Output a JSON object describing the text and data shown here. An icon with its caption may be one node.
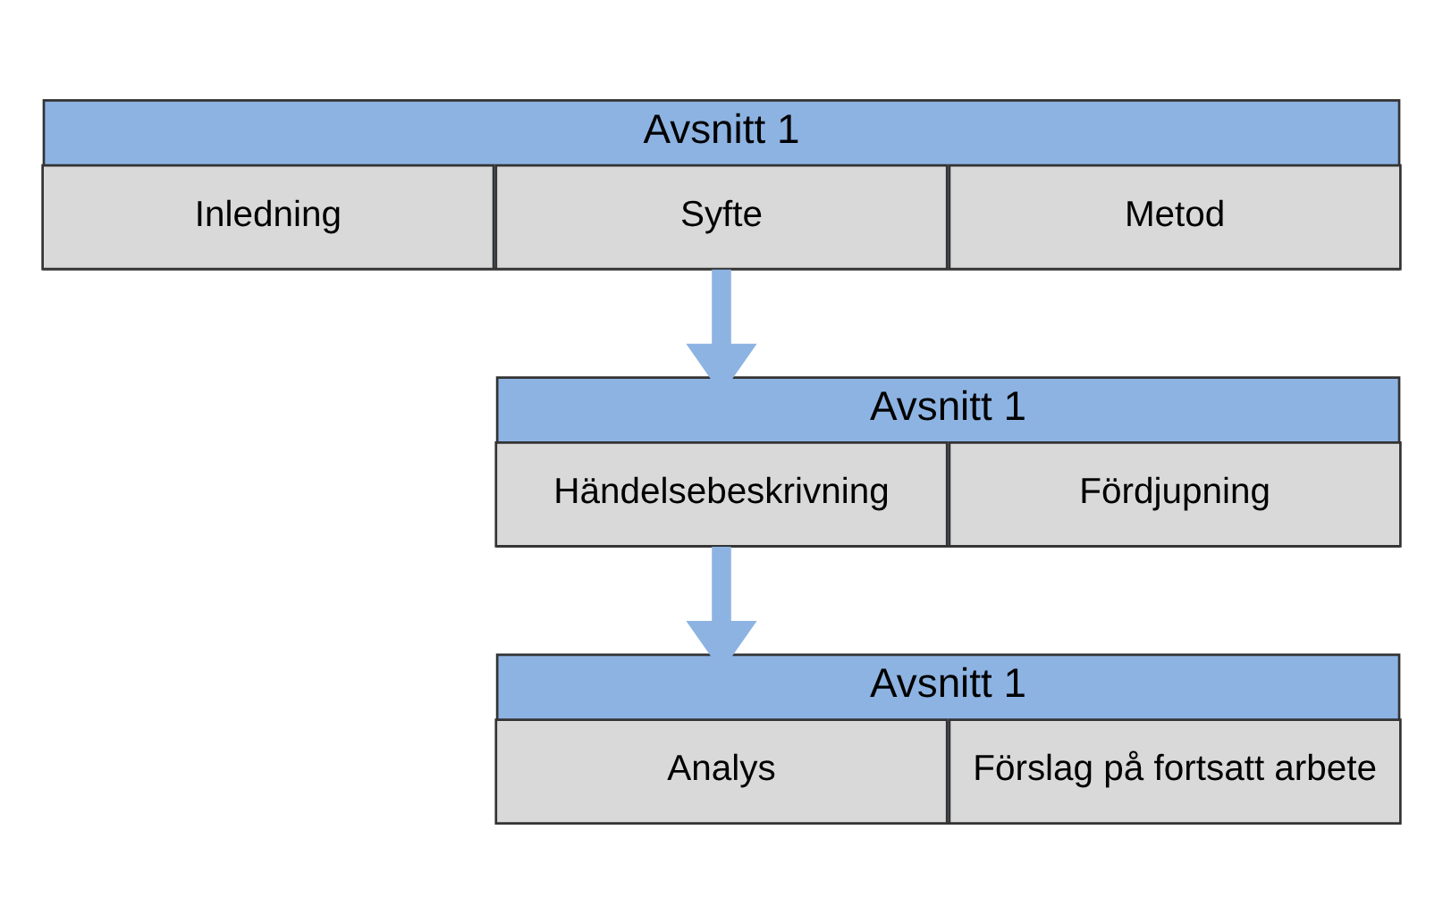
{
  "diagram": {
    "nodes": [
      {
        "text": [
          "Avsnitt 1"
        ]
      },
      {
        "text": [
          "Inledning"
        ],
        "in": 0
      },
      {
        "text": [
          "Syfte"
        ],
        "in": 0
      },
      {
        "text": [
          "Metod"
        ],
        "in": 0
      },
      {
        "text": [
          "Avsnitt 1"
        ]
      },
      {
        "text": [
          "Händelsebeskrivning"
        ],
        "in": 4
      },
      {
        "text": [
          "Fördjupning"
        ],
        "in": 4
      },
      {
        "text": [
          "Avsnitt 1"
        ]
      },
      {
        "text": [
          "Analys"
        ],
        "in": 7
      },
      {
        "text": [
          "Förslag på fortsatt arbete"
        ],
        "in": 7
      }
    ],
    "edges": [
      {
        "from": 0,
        "to": 4,
        "arrow": "to"
      },
      {
        "from": 4,
        "to": 7,
        "arrow": "to"
      }
    ]
  }
}
